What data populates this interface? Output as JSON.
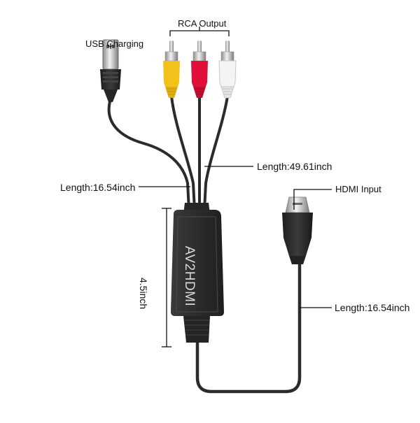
{
  "labels": {
    "usb_charging": "USB Charging",
    "rca_output": "RCA Output",
    "length_rca": "Length:49.61inch",
    "length_usb": "Length:16.54inch",
    "hdmi_input": "HDMI Input",
    "length_hdmi": "Length:16.54inch",
    "box_height": "4.5inch"
  },
  "device": {
    "text": "AV2HDMI"
  },
  "colors": {
    "cable": "#2a2a2a",
    "box": "#2e2e2e",
    "rca_yellow": "#f3c21a",
    "rca_red": "#e0103a",
    "rca_white": "#f2f2f2",
    "metal": "#c9c9c9"
  },
  "icons": [
    "usb-connector",
    "rca-connector",
    "hdmi-connector"
  ]
}
